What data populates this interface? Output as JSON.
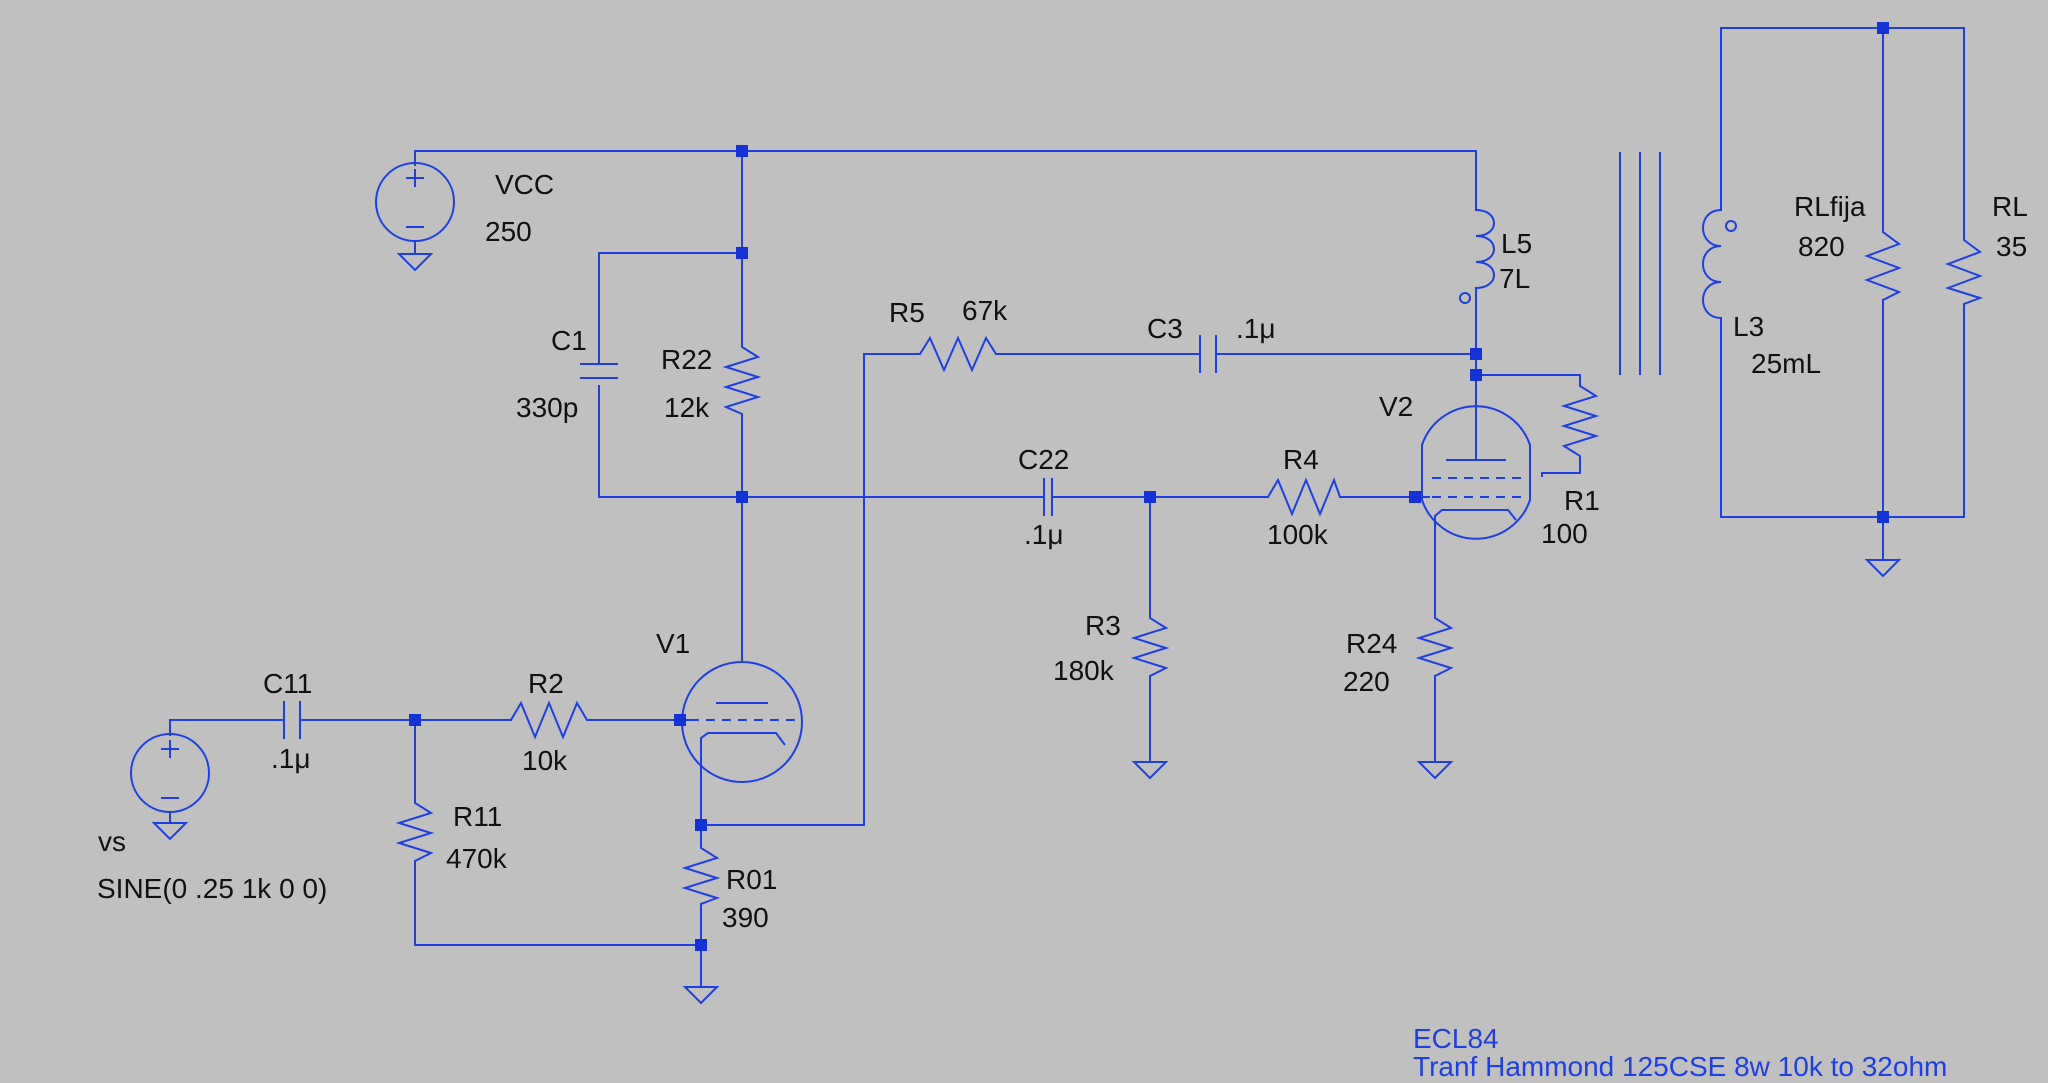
{
  "colors": {
    "background": "#c0c0c0",
    "wire": "#1f3fe0",
    "junction": "#1533d4",
    "text": "#111111",
    "note": "#1f3fe0"
  },
  "vcc": {
    "name": "VCC",
    "value": "250"
  },
  "vs": {
    "name": "vs",
    "value": "SINE(0 .25 1k 0 0)"
  },
  "components": {
    "C1": {
      "name": "C1",
      "value": "330p"
    },
    "R22": {
      "name": "R22",
      "value": "12k"
    },
    "R5": {
      "name": "R5",
      "value": "67k"
    },
    "C3": {
      "name": "C3",
      "value": ".1μ"
    },
    "L5": {
      "name": "L5",
      "value": "7L"
    },
    "V2": {
      "name": "V2"
    },
    "C22": {
      "name": "C22",
      "value": ".1μ"
    },
    "R4": {
      "name": "R4",
      "value": "100k"
    },
    "R1": {
      "name": "R1",
      "value": "100"
    },
    "R3": {
      "name": "R3",
      "value": "180k"
    },
    "R24": {
      "name": "R24",
      "value": "220"
    },
    "V1": {
      "name": "V1"
    },
    "C11": {
      "name": "C11",
      "value": ".1μ"
    },
    "R2": {
      "name": "R2",
      "value": "10k"
    },
    "R11": {
      "name": "R11",
      "value": "470k"
    },
    "R01": {
      "name": "R01",
      "value": "390"
    },
    "L3": {
      "name": "L3",
      "value": "25mL"
    },
    "RLfija": {
      "name": "RLfija",
      "value": "820"
    },
    "RL": {
      "name": "RL",
      "value": "35"
    }
  },
  "notes": {
    "tube": "ECL84",
    "transformer": "Tranf Hammond 125CSE 8w 10k to 32ohm"
  },
  "icons": {
    "voltage_source": "voltage-source-icon",
    "ground": "ground-icon",
    "resistor": "resistor-icon",
    "capacitor": "capacitor-icon",
    "inductor": "inductor-icon",
    "triode": "triode-icon",
    "pentode": "pentode-icon",
    "transformer_core": "transformer-core-icon"
  }
}
